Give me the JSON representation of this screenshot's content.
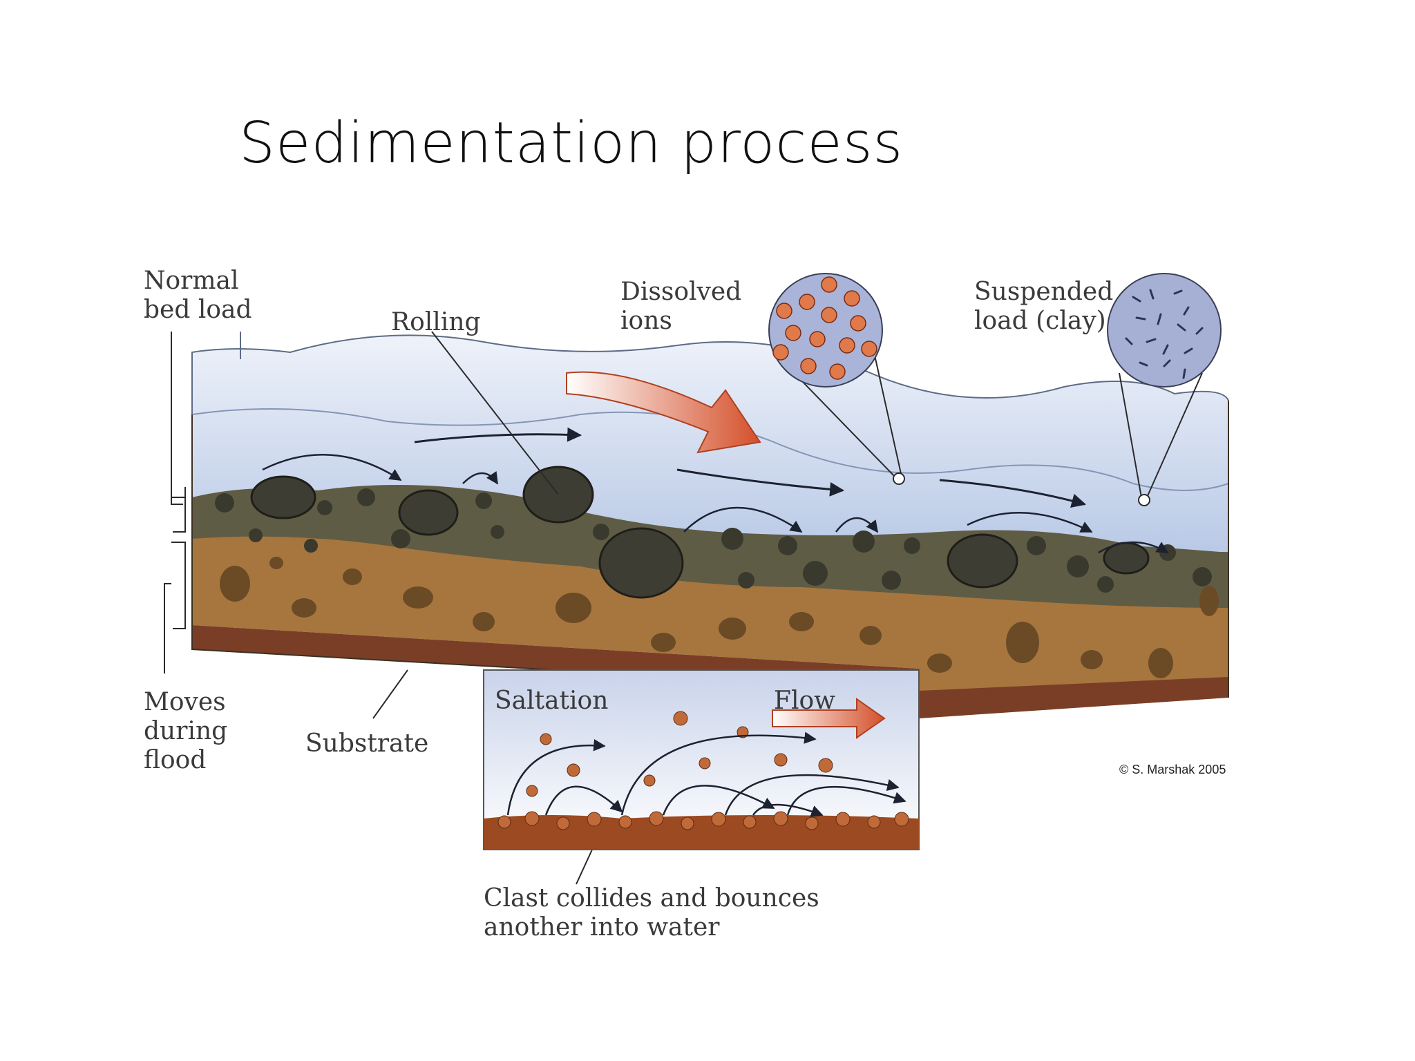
{
  "slide": {
    "title": "Sedimentation process"
  },
  "labels": {
    "normal_bed_load_1": "Normal",
    "normal_bed_load_2": "bed load",
    "rolling": "Rolling",
    "dissolved_1": "Dissolved",
    "dissolved_2": "ions",
    "suspended_1": "Suspended",
    "suspended_2": "load (clay)",
    "moves_1": "Moves",
    "moves_2": "during",
    "moves_3": "flood",
    "substrate": "Substrate",
    "saltation": "Saltation",
    "flow": "Flow",
    "clast_1": "Clast collides and bounces",
    "clast_2": "another into water",
    "copyright": "© S. Marshak 2005"
  },
  "colors": {
    "water": "#c9d6ec",
    "sediment": "#5b5a45",
    "substrate": "#a9773a",
    "bedrock": "#7a3e26",
    "flow_arrow": "#d4502a",
    "ion_circle": "#a9b4d8",
    "saltation_bed": "#9c4a22"
  }
}
